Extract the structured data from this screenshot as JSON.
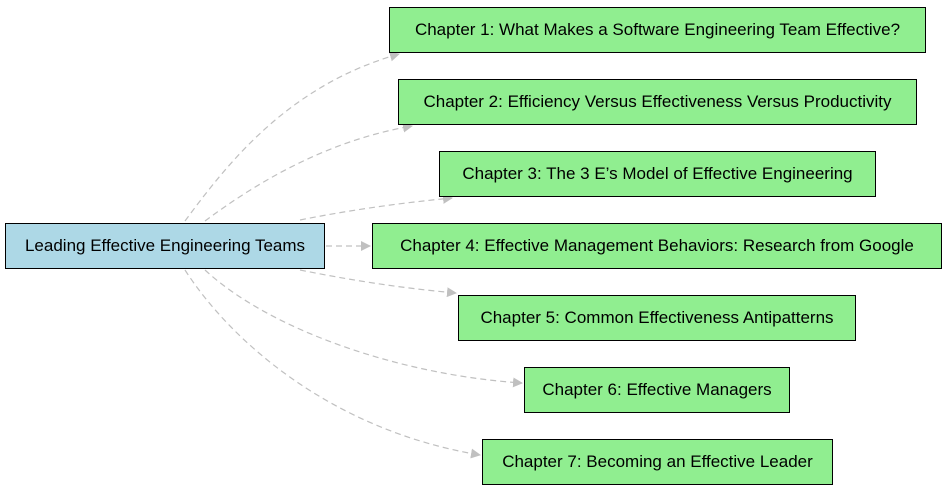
{
  "colors": {
    "root_fill": "#add8e6",
    "chapter_fill": "#90ee90",
    "edge": "#c0c0c0",
    "border": "#000000"
  },
  "diagram": {
    "root": {
      "label": "Leading Effective Engineering Teams"
    },
    "chapters": [
      {
        "label": "Chapter 1: What Makes a Software Engineering Team Effective?"
      },
      {
        "label": "Chapter 2: Efficiency Versus Effectiveness Versus Productivity"
      },
      {
        "label": "Chapter 3: The 3 E’s Model of Effective Engineering"
      },
      {
        "label": "Chapter 4: Effective Management Behaviors: Research from Google"
      },
      {
        "label": "Chapter 5: Common Effectiveness Antipatterns"
      },
      {
        "label": "Chapter 6: Effective Managers"
      },
      {
        "label": "Chapter 7: Becoming an Effective Leader"
      }
    ],
    "edge_style": "dashed"
  }
}
